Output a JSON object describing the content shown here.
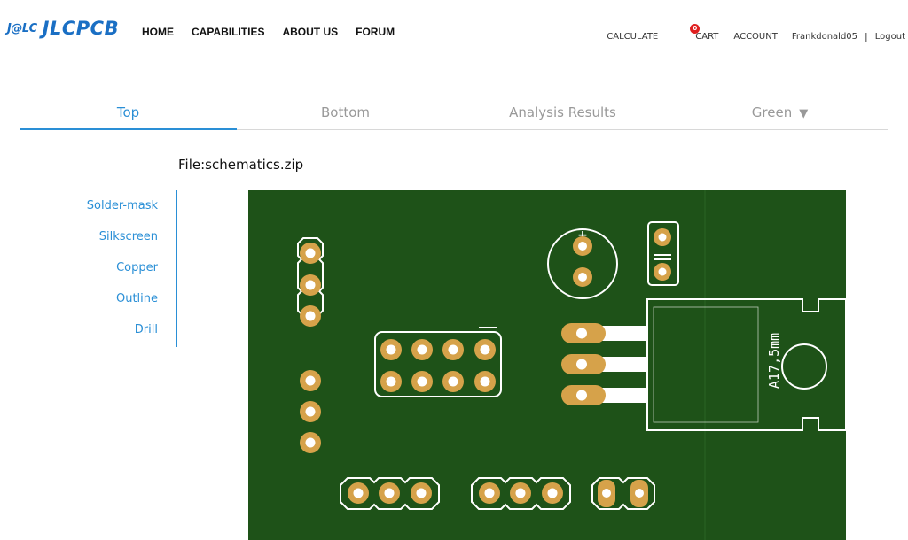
{
  "header": {
    "logo_badge": "J@LC",
    "logo_text": "JLCPCB",
    "nav": [
      "HOME",
      "CAPABILITIES",
      "ABOUT US",
      "FORUM"
    ],
    "calculate": "CALCULATE",
    "cart_count": "0",
    "cart": "CART",
    "account": "ACCOUNT",
    "username": "Frankdonald05",
    "separator": "|",
    "logout": "Logout"
  },
  "tabs": {
    "top": "Top",
    "bottom": "Bottom",
    "analysis": "Analysis Results",
    "color": "Green",
    "color_arrow": "▼"
  },
  "file_label": "File:schematics.zip",
  "layers": [
    "Solder-mask",
    "Silkscreen",
    "Copper",
    "Outline",
    "Drill"
  ],
  "pcb": {
    "silk_label": "A17,5mm",
    "cap_polarity": "+",
    "board_color": "#1e5218",
    "pad_color": "#d6a24a",
    "silk_color": "#ffffff"
  },
  "colors": {
    "accent": "#2a8fd6",
    "logo": "#1a6fc4",
    "cart_badge": "#e02020"
  }
}
